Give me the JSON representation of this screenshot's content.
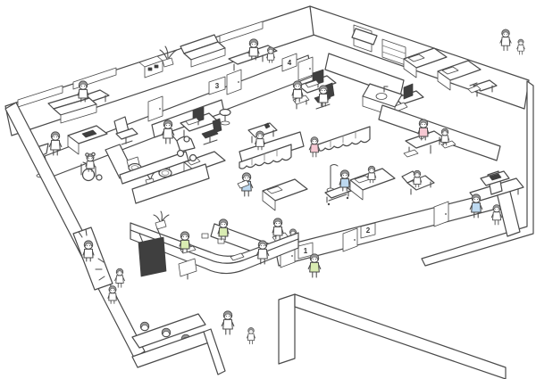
{
  "scene": {
    "title": "Hand-drawn isometric cutaway illustration of a clinic interior",
    "style": "ink line art with pastel highlights",
    "background": "#ffffff",
    "line_color": "#4a4a4a"
  },
  "colors": {
    "white": "#ffffff",
    "green": "#d9ecb2",
    "pink": "#f6c8d2",
    "blue": "#bdd9f0",
    "screen": "#3f3f3f",
    "hair": "#9a9a9a"
  },
  "room_plates": [
    {
      "room": "examination-room-1",
      "label": "1"
    },
    {
      "room": "examination-room-2",
      "label": "2"
    },
    {
      "room": "consultation-room-3",
      "label": "3"
    },
    {
      "room": "consultation-room-4",
      "label": "4"
    }
  ],
  "people": [
    {
      "role": "woman-waiting-nw-bench",
      "shirt": "#ffffff"
    },
    {
      "role": "mother-on-top-bench",
      "shirt": "#ffffff"
    },
    {
      "role": "child-on-top-bench",
      "shirt": "#ffffff"
    },
    {
      "role": "mother-top-right",
      "shirt": "#ffffff"
    },
    {
      "role": "child-top-right",
      "shirt": "#ffffff"
    },
    {
      "role": "patient-room4",
      "shirt": "#ffffff"
    },
    {
      "role": "doctor-room4",
      "shirt": "#ffffff"
    },
    {
      "role": "staff-lab-bench",
      "shirt": "#ffffff"
    },
    {
      "role": "mother-with-stroller",
      "shirt": "#ffffff"
    },
    {
      "role": "mother-pushing-wheelchair",
      "shirt": "#ffffff"
    },
    {
      "role": "child-in-wheelchair",
      "shirt": "#ffffff"
    },
    {
      "role": "girl-walking-hall",
      "shirt": "#f6c8d2"
    },
    {
      "role": "nurse-with-laptop",
      "shirt": "#bdd9f0"
    },
    {
      "role": "doctor-treatment-area",
      "shirt": "#ffffff"
    },
    {
      "role": "child-patient-treatment",
      "shirt": "#ffffff"
    },
    {
      "role": "nurse-at-bedside",
      "shirt": "#bdd9f0"
    },
    {
      "role": "child-on-bed",
      "shirt": "#ffffff"
    },
    {
      "role": "child-on-recliner",
      "shirt": "#ffffff"
    },
    {
      "role": "mother-at-table",
      "shirt": "#f6c8d2"
    },
    {
      "role": "child-at-table",
      "shirt": "#ffffff"
    },
    {
      "role": "nurse-xray-room",
      "shirt": "#bdd9f0"
    },
    {
      "role": "patient-xray-room",
      "shirt": "#ffffff"
    },
    {
      "role": "receptionist-seated",
      "shirt": "#d9ecb2"
    },
    {
      "role": "receptionist-standing",
      "shirt": "#d9ecb2"
    },
    {
      "role": "father-at-counter",
      "shirt": "#ffffff"
    },
    {
      "role": "staff-front-corridor",
      "shirt": "#d9ecb2"
    },
    {
      "role": "child-running",
      "shirt": "#ffffff"
    },
    {
      "role": "person-waiting-left-bench",
      "shirt": "#ffffff"
    },
    {
      "role": "child-sitting-bottom",
      "shirt": "#ffffff"
    },
    {
      "role": "waiting-head-1",
      "shirt": "#ffffff"
    },
    {
      "role": "waiting-head-2",
      "shirt": "#ffffff"
    },
    {
      "role": "waiting-head-3",
      "shirt": "#ffffff"
    },
    {
      "role": "parent-at-entrance",
      "shirt": "#ffffff"
    },
    {
      "role": "child-at-entrance",
      "shirt": "#ffffff"
    }
  ]
}
